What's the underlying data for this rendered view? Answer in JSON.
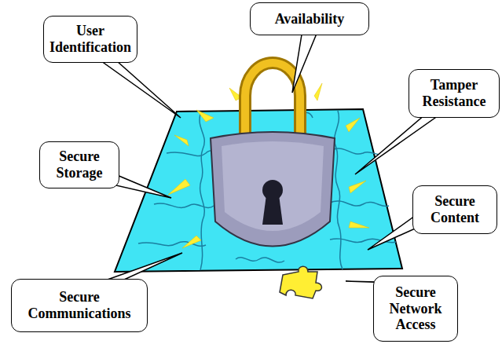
{
  "diagram": {
    "nodes": [
      {
        "text": [
          "User Identification"
        ]
      },
      {
        "text": [
          "Availability"
        ]
      },
      {
        "text": [
          "Tamper Resistance"
        ]
      },
      {
        "text": [
          "Secure Storage"
        ]
      },
      {
        "text": [
          "Secure Content"
        ]
      },
      {
        "text": [
          "Secure Communications"
        ]
      },
      {
        "text": [
          "Secure Network Access"
        ]
      }
    ]
  }
}
